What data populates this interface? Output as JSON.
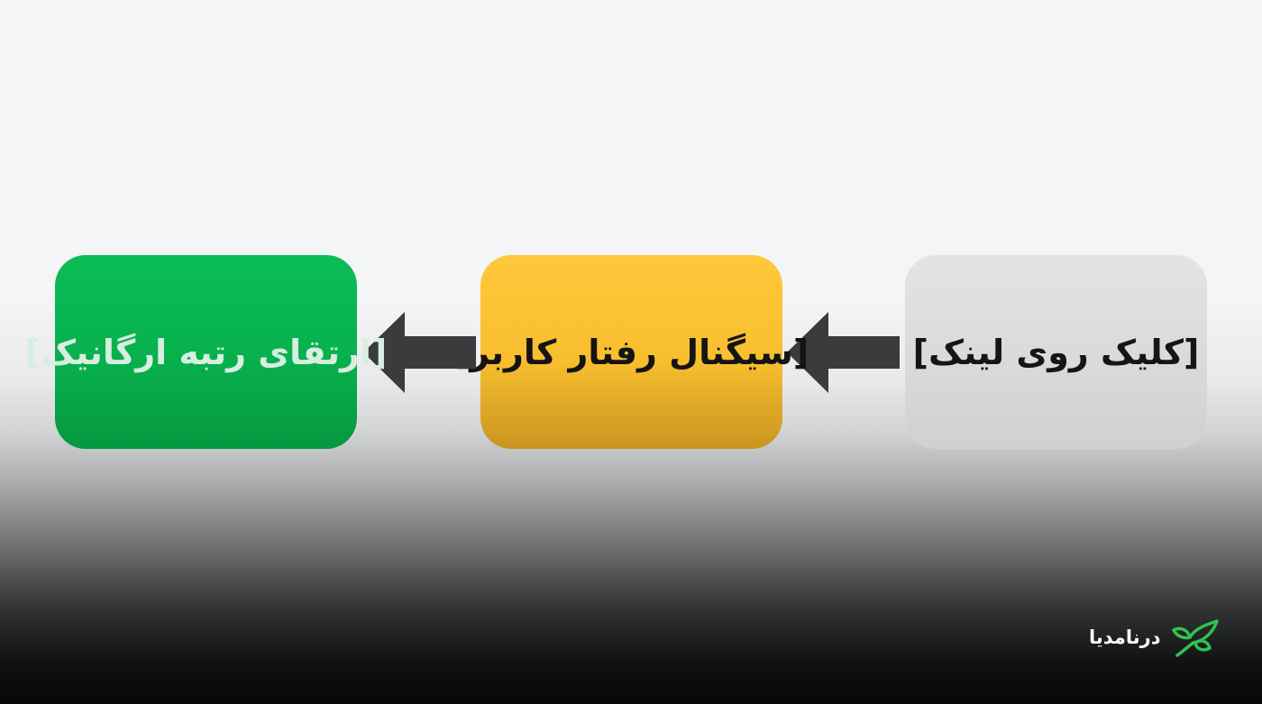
{
  "diagram": {
    "steps": [
      {
        "label": "[کلیک روی لینک]",
        "color": "#d9d9d9"
      },
      {
        "label": "[سیگنال رفتار کاربر]",
        "color": "#f8be2f"
      },
      {
        "label": "[ارتقای رتبه ارگانیک]",
        "color": "#07b04d"
      }
    ],
    "arrow_color": "#3a3b3c",
    "flow_direction": "right-to-left"
  },
  "brand": {
    "name": "درنامدیا",
    "logo_icon": "leaf-logo-icon",
    "logo_color": "#2fc24f"
  }
}
